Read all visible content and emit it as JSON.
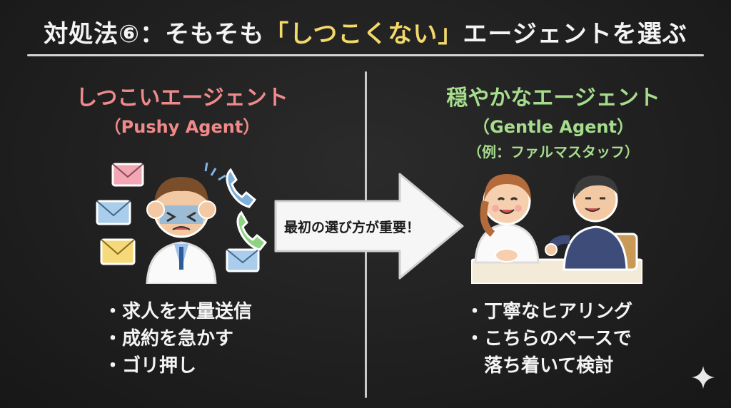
{
  "title": {
    "prefix": "対処法⑥：そもそも",
    "highlight": "「しつこくない」",
    "suffix": "エージェントを選ぶ"
  },
  "left": {
    "heading": "しつこいエージェント",
    "subheading": "（Pushy Agent）",
    "bullets": [
      "・求人を大量送信",
      "・成約を急かす",
      "・ゴリ押し"
    ]
  },
  "right": {
    "heading": "穏やかなエージェント",
    "subheading": "（Gentle Agent）",
    "example": "（例：ファルマスタッフ）",
    "bullets": [
      "・丁寧なヒアリング",
      "・こちらのペースで",
      "　落ち着いて検討"
    ]
  },
  "arrow": {
    "label": "最初の選び方が重要！"
  },
  "colors": {
    "background": "#1d1d1d",
    "title_highlight": "#f3d86a",
    "left_heading": "#f08a8a",
    "right_heading": "#a6dd8c",
    "chalk": "#f4f4f4"
  },
  "icons": {
    "left_illustration": "stressed-doctor-with-emails-and-phones",
    "right_illustration": "pharmacist-consulting-client",
    "corner": "sparkle-icon"
  }
}
